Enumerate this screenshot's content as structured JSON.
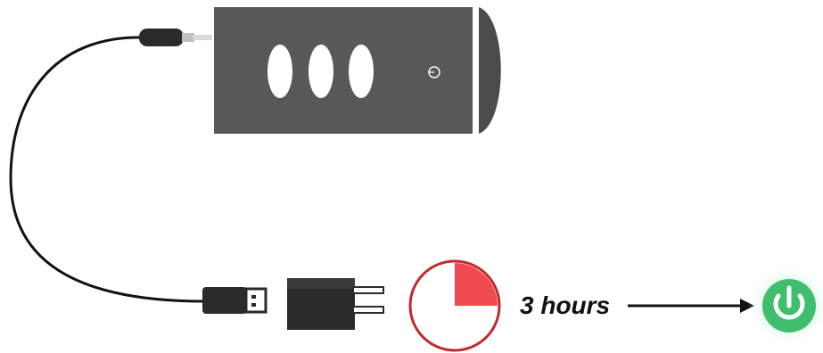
{
  "colors": {
    "device": "#58585a",
    "device_edge": "#4b4b4d",
    "cable": "#111111",
    "plug": "#2a2a2a",
    "timer_ring": "#c2282e",
    "timer_fill": "#ef4a4f",
    "power_green": "#3fbf6e",
    "power_glow": "#b9ebc8",
    "arrow": "#111111"
  },
  "device": {
    "button_count": 3,
    "power_icon": "power-icon"
  },
  "timer": {
    "elapsed_fraction": 0.25
  },
  "duration": {
    "label": "3 hours"
  },
  "end_state": {
    "icon": "power-icon"
  }
}
